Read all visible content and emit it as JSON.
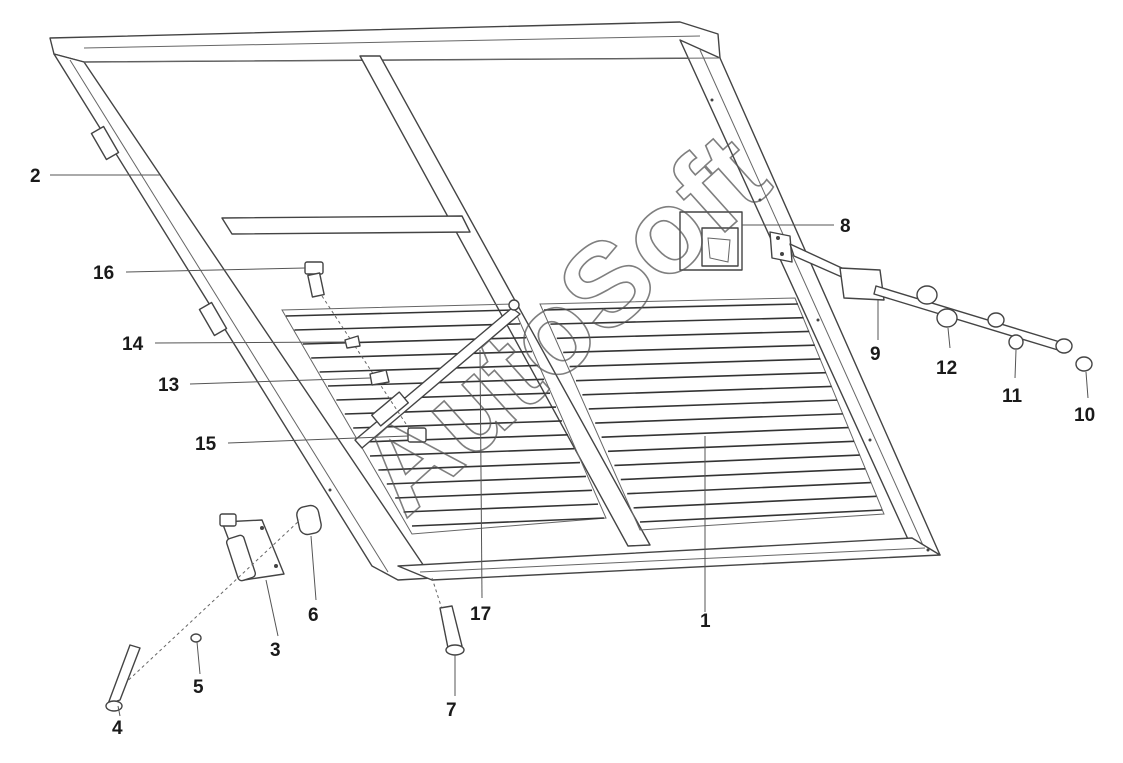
{
  "watermark": "AutoSoft",
  "callouts": [
    {
      "id": "1",
      "label": "1"
    },
    {
      "id": "2",
      "label": "2"
    },
    {
      "id": "3",
      "label": "3"
    },
    {
      "id": "4",
      "label": "4"
    },
    {
      "id": "5",
      "label": "5"
    },
    {
      "id": "6",
      "label": "6"
    },
    {
      "id": "7",
      "label": "7"
    },
    {
      "id": "8",
      "label": "8"
    },
    {
      "id": "9",
      "label": "9"
    },
    {
      "id": "10",
      "label": "10"
    },
    {
      "id": "11",
      "label": "11"
    },
    {
      "id": "12",
      "label": "12"
    },
    {
      "id": "13",
      "label": "13"
    },
    {
      "id": "14",
      "label": "14"
    },
    {
      "id": "15",
      "label": "15"
    },
    {
      "id": "16",
      "label": "16"
    },
    {
      "id": "17",
      "label": "17"
    }
  ]
}
